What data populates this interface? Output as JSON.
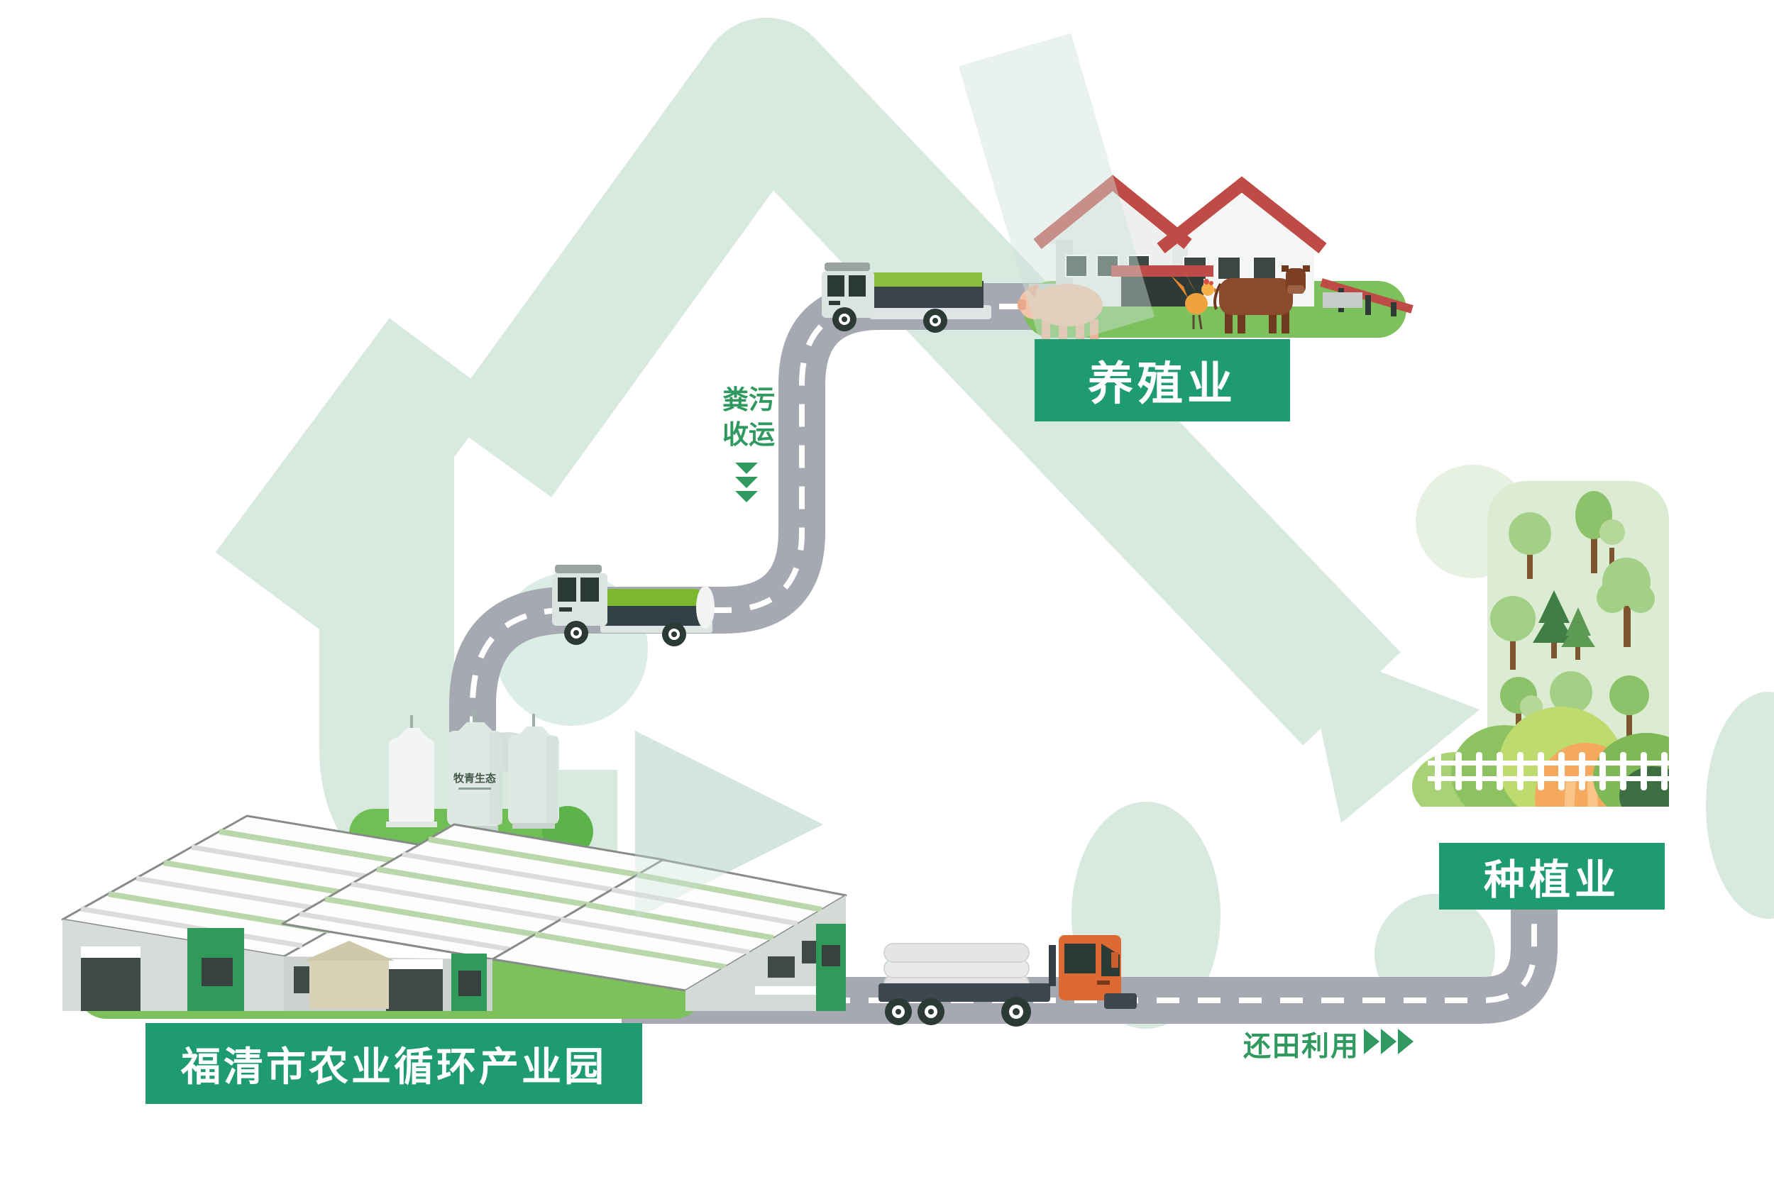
{
  "nodes": {
    "breeding": {
      "label": "养殖业"
    },
    "planting": {
      "label": "种植业"
    },
    "park": {
      "label": "福清市农业循环产业园",
      "silo_text": "牧青生态"
    }
  },
  "flows": {
    "manure_collection": {
      "text": "粪污收运",
      "line1": "粪污",
      "line2": "收运",
      "arrow_glyph": "▼",
      "arrow_count": 3,
      "direction": "down"
    },
    "field_return": {
      "text": "还田利用",
      "arrow_glyph": "▶",
      "arrow_count": 3,
      "direction": "right"
    }
  },
  "icons": {
    "recycle-arrows-icon": "large light-green chasing-arrows loop in background",
    "farmhouse-icon": "red-roof livestock barns",
    "pig-icon": "pink pig",
    "rooster-icon": "orange rooster",
    "cow-icon": "brown cow",
    "manure-truck-icon": "flatbed truck with green container",
    "tanker-truck-icon": "truck with green tank",
    "fertilizer-truck-icon": "orange truck loaded with white sacks",
    "silos-icon": "storage tanks on green platform",
    "factory-icon": "warehouses with green-striped roofs",
    "orchard-icon": "trees, hills, orange field and white fence",
    "road-icon": "grey road with white dashed centerline"
  },
  "colors": {
    "label_bg": "#1f9b71",
    "flow_text": "#2f9960",
    "road": "#a6a9b2",
    "recycle_symbol": "#d8e9e0",
    "grass": "#7cc15c",
    "roof_red": "#bf4b47",
    "cargo_green": "#8cbf3f",
    "truck_orange": "#dd6a33",
    "orchard_panel": "#dcecd3"
  }
}
